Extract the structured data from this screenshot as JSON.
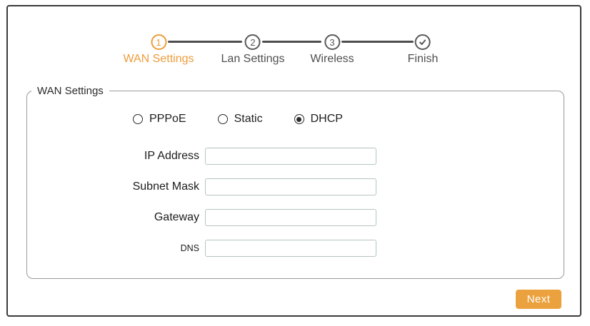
{
  "stepper": {
    "steps": [
      {
        "number": "1",
        "label": "WAN Settings",
        "state": "active"
      },
      {
        "number": "2",
        "label": "Lan Settings",
        "state": "inactive"
      },
      {
        "number": "3",
        "label": "Wireless",
        "state": "inactive"
      },
      {
        "number": "",
        "icon": "check-icon",
        "label": "Finish",
        "state": "inactive"
      }
    ],
    "active_color": "#ED9C3C",
    "inactive_color": "#58595B"
  },
  "wan_settings": {
    "legend": "WAN Settings",
    "connection_types": [
      {
        "label": "PPPoE",
        "selected": false
      },
      {
        "label": "Static",
        "selected": false
      },
      {
        "label": "DHCP",
        "selected": true
      }
    ],
    "fields": [
      {
        "label": "IP Address",
        "value": ""
      },
      {
        "label": "Subnet Mask",
        "value": ""
      },
      {
        "label": "Gateway",
        "value": ""
      },
      {
        "label": "DNS",
        "value": ""
      }
    ]
  },
  "actions": {
    "next_label": "Next",
    "next_color": "#EBA23E"
  }
}
